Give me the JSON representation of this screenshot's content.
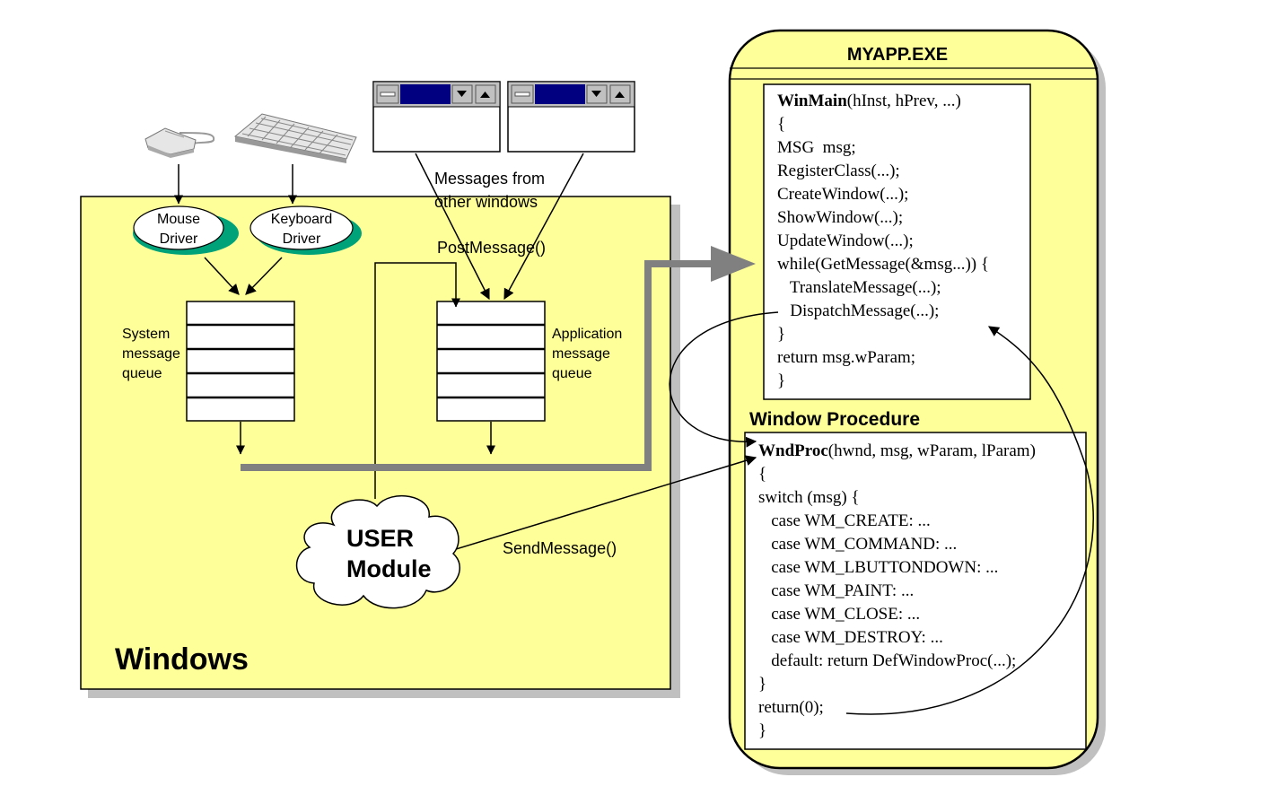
{
  "windows_box": {
    "title": "Windows"
  },
  "devices": {
    "mouse_icon": "mouse-icon",
    "keyboard_icon": "keyboard-icon",
    "window_icon": "app-window-icon"
  },
  "drivers": {
    "mouse": [
      "Mouse",
      "Driver"
    ],
    "keyboard": [
      "Keyboard",
      "Driver"
    ]
  },
  "messages_from_windows": [
    "Messages from",
    "other windows"
  ],
  "post_message": "PostMessage()",
  "send_message": "SendMessage()",
  "system_queue": [
    "System",
    "message",
    "queue"
  ],
  "app_queue": [
    "Application",
    "message",
    "queue"
  ],
  "user_module": [
    "USER",
    "Module"
  ],
  "myapp": {
    "title": "MYAPP.EXE"
  },
  "winmain": {
    "name": "WinMain",
    "signature": "(hInst, hPrev, ...)",
    "lines": [
      "{",
      "MSG  msg;",
      "RegisterClass(...);",
      "CreateWindow(...);",
      "ShowWindow(...);",
      "UpdateWindow(...);",
      "while(GetMessage(&msg...)) {",
      "   TranslateMessage(...);",
      "   DispatchMessage(...);",
      "}",
      "return msg.wParam;",
      "}"
    ]
  },
  "window_procedure": {
    "label": "Window  Procedure",
    "name": "WndProc",
    "signature": "(hwnd, msg, wParam, lParam)",
    "lines": [
      "{",
      "switch (msg) {",
      "   case WM_CREATE: ...",
      "   case WM_COMMAND: ...",
      "   case WM_LBUTTONDOWN: ...",
      "   case WM_PAINT: ...",
      "   case WM_CLOSE: ...",
      "   case WM_DESTROY: ...",
      "   default: return DefWindowProc(...);",
      "}",
      "return(0);",
      "}"
    ]
  },
  "colors": {
    "pale_yellow": "#ffff99",
    "shadow_gray": "#c0c0c0",
    "flow_gray": "#808080",
    "driver_shadow": "#00a27a",
    "title_bar_navy": "#000080"
  }
}
